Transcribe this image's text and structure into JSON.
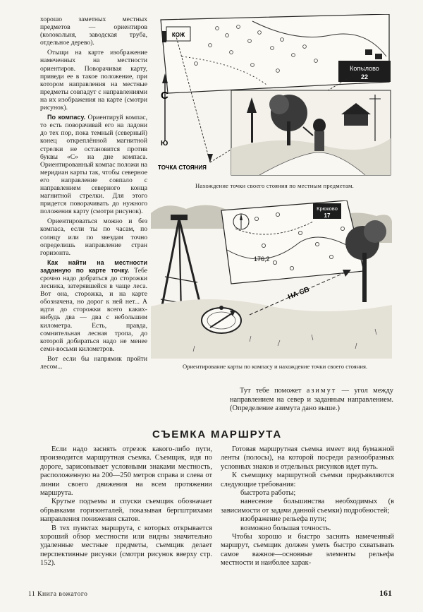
{
  "left_column": {
    "p1": "хорошо заметных местных предметов — ориентиров (колокольня, заводская труба, отдельное дерево).",
    "p2": "Отыщи на карте изображение намеченных на местности ориентиров. Поворачивая карту, приведи ее в такое положение, при котором направления на местные предметы совпадут с направлениями на их изображения на карте (смотри рисунок).",
    "p3_bold": "По компасу.",
    "p3": "Ориентируй компас, то есть поворачивай его на ладони до тех пор, пока темный (северный) конец откреплённой магнитной стрелки не остановится против буквы «С» на дне компаса. Ориентированный компас положи на меридиан карты так, чтобы северное его направление совпало с направлением северного конца магнитной стрелки. Для этого придется поворачивать до нужного положения карту (смотри рисунок).",
    "p4": "Ориентироваться можно и без компаса, если ты по часам, по солнцу или по звездам точно определишь направление стран горизонта.",
    "p5_bold": "Как найти на местности заданную по карте точку.",
    "p5": "Тебе срочно надо добраться до сторожки лесника, затерявшейся в чаще леса. Вот она, сторожка, и на карте обозначена, но дорог к ней нет... А идти до сторожки всего каких-нибудь два — два с небольшим километра. Есть, правда, сомнительная лесная тропа, до которой добираться надо не менее семи-восьми километров.",
    "p6": "Вот если бы напрямик пройти лесом..."
  },
  "figure1": {
    "label_kozh": "КОЖ",
    "label_village": "Копылово",
    "label_number": "22",
    "label_north": "С",
    "label_south": "Ю",
    "label_point": "ТОЧКА СТОЯНИЯ",
    "caption": "Нахождение точки своего стояния по местным предметам."
  },
  "figure2": {
    "label_village": "Крюково",
    "label_number": "17",
    "label_height": "176,2",
    "label_direction": "НА СВ",
    "caption": "Ориентирование карты по компасу и нахождение точки своего стояния."
  },
  "azimuth": {
    "text_start": "Тут тебе поможет",
    "term": "азимут",
    "text_end": "— угол между направлением на север и заданным направлением. (Определение азимута дано выше.)"
  },
  "heading": "СЪЕМКА МАРШРУТА",
  "bottom_left": {
    "p1": "Если надо заснять отрезок какого-либо пути, производится маршрутная съемка. Съемщик, идя по дороге, зарисовывает условными знаками местность, расположенную на 200—250 метров справа и слева от линии своего движения на всем протяжении маршрута.",
    "p2": "Крутые подъемы и спуски съемщик обозначает обрывками горизонталей, показывая бергштрихами направления понижения скатов.",
    "p3": "В тех пунктах маршрута, с которых открывается хороший обзор местности или видны значительно удаленные местные предметы, съемщик делает перспективные рисунки (смотри рисунок вверху стр. 152)."
  },
  "bottom_right": {
    "p1": "Готовая маршрутная съемка имеет вид бумажной ленты (полосы), на которой посреди разнообразных условных знаков и отдельных рисунков идет путь.",
    "p2": "К съемщику маршрутной съемки предъявляются следующие требования:",
    "i1": "быстрота работы;",
    "i2": "нанесение большинства необходимых (в зависимости от задачи данной съемки) подробностей;",
    "i3": "изображение рельефа пути;",
    "i4": "возможно большая точность.",
    "p3": "Чтобы хорошо и быстро заснять намеченный маршрут, съемщик должен уметь быстро схватывать самое важное—основные элементы рельефа местности и наиболее харак-"
  },
  "footer": {
    "left": "11 Книга вожатого",
    "right": "161"
  }
}
